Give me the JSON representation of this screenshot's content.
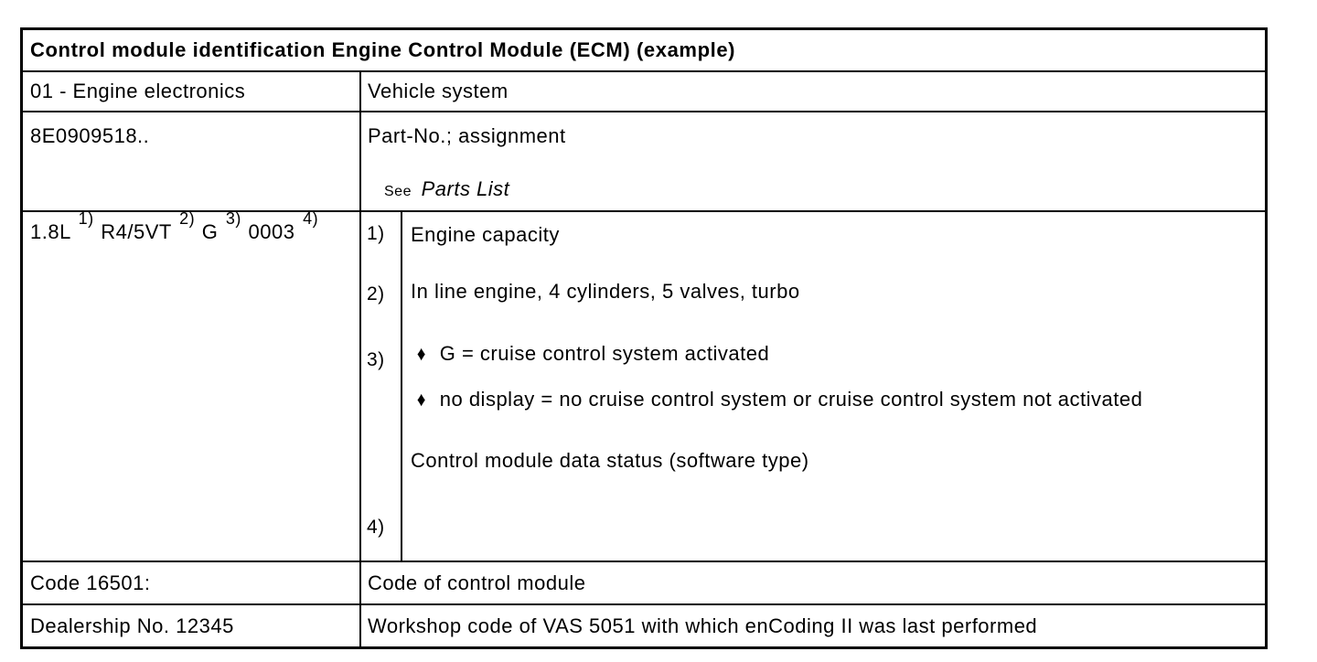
{
  "table": {
    "title": "Control module identification Engine Control Module (ECM) (example)",
    "vehicle_row": {
      "address_word": "01 - Engine electronics",
      "label": "Vehicle system"
    },
    "part_row": {
      "part_number": "8E0909518..",
      "label": "Part-No.; assignment",
      "see_label": "See",
      "see_reference": "Parts List"
    },
    "engine_row": {
      "code_parts": [
        "1.8L ",
        "1)",
        " R4/5VT ",
        "2)",
        " G ",
        "3)",
        " 0003 ",
        "4)"
      ],
      "footnote_markers": [
        "1)",
        "2)",
        "3)",
        "4)"
      ],
      "bullet_glyph": "♦",
      "notes": {
        "capacity": "Engine capacity",
        "layout": "In line engine, 4 cylinders, 5 valves, turbo",
        "cruise_on": "G = cruise control system activated",
        "cruise_off": "no display = no cruise control system or cruise control system not activated",
        "data_status": "Control module data status (software type)"
      }
    },
    "code_row": {
      "value": "Code 16501:",
      "label": "Code of control module"
    },
    "dealership_row": {
      "value": "Dealership No. 12345",
      "label": "Workshop code of VAS 5051 with which enCoding II was last performed"
    }
  },
  "colors": {
    "text": "#000000",
    "border": "#000000",
    "background": "#ffffff"
  }
}
